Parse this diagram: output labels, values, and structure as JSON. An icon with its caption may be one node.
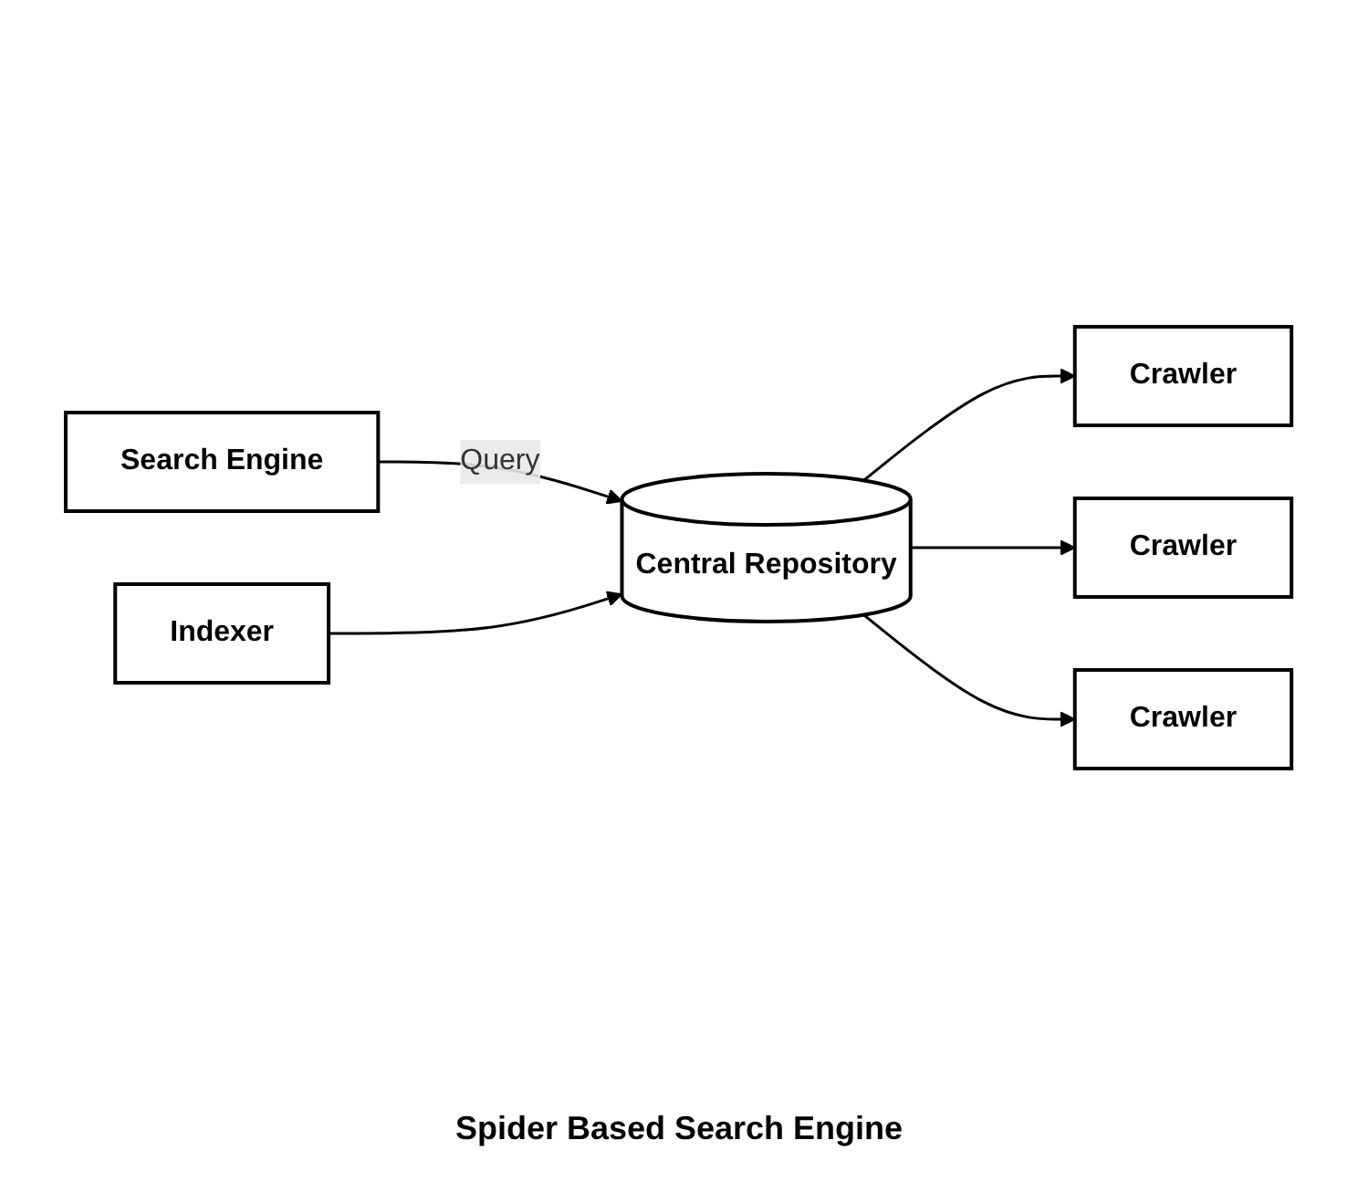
{
  "diagram": {
    "caption": "Spider Based Search Engine",
    "nodes": [
      {
        "text": [
          "Search Engine"
        ]
      },
      {
        "text": [
          "Indexer"
        ]
      },
      {
        "text": [
          "Central Repository"
        ]
      },
      {
        "text": [
          "Crawler"
        ]
      },
      {
        "text": [
          "Crawler"
        ]
      },
      {
        "text": [
          "Crawler"
        ]
      }
    ],
    "edges": [
      {
        "from": 0,
        "to": 2,
        "arrow": "to",
        "label": "Query"
      },
      {
        "from": 1,
        "to": 2,
        "arrow": "to"
      },
      {
        "from": 2,
        "to": 3,
        "arrow": "to"
      },
      {
        "from": 2,
        "to": 4,
        "arrow": "to"
      },
      {
        "from": 2,
        "to": 5,
        "arrow": "to"
      }
    ]
  }
}
